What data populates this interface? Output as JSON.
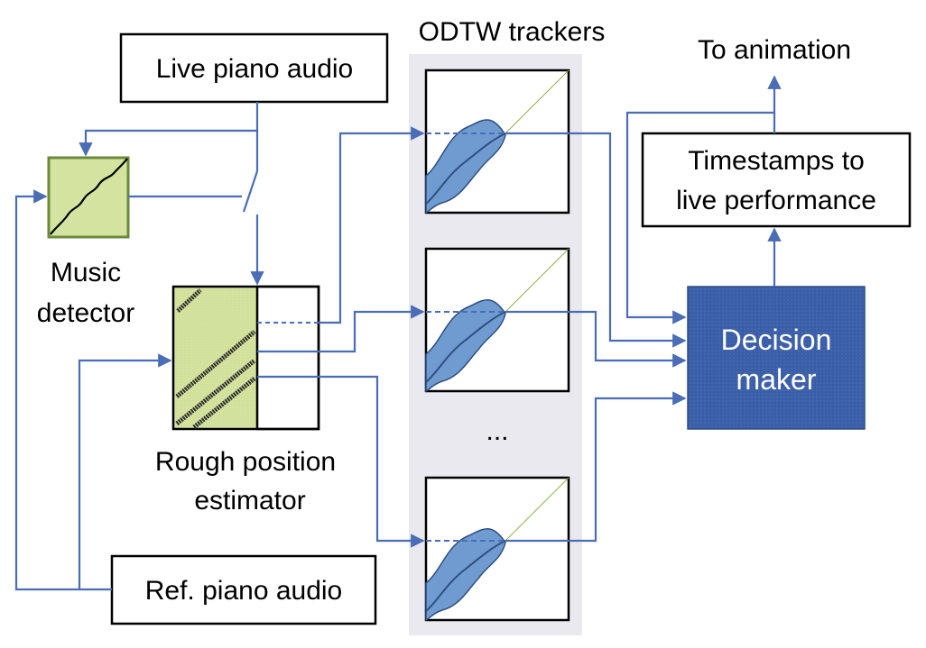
{
  "labels": {
    "odtw_title": "ODTW trackers",
    "to_animation": "To animation",
    "live_audio": "Live piano audio",
    "timestamps_line1": "Timestamps to",
    "timestamps_line2": "live performance",
    "music_detector_line1": "Music",
    "music_detector_line2": "detector",
    "decision_line1": "Decision",
    "decision_line2": "maker",
    "rough_line1": "Rough position",
    "rough_line2": "estimator",
    "ellipsis": "...",
    "ref_audio": "Ref. piano audio"
  },
  "colors": {
    "wire": "#4a6db5",
    "panel": "#e9e9ef",
    "detector_fill": "#d4e4a0",
    "detector_stroke": "#6a8a3a",
    "decision_fill": "#3b5ea8",
    "band_fill": "#6f9bd1",
    "band_stroke": "#2f4f80"
  },
  "icons": {
    "switch": "switch-icon",
    "arrowheads": "arrowhead-icon"
  }
}
